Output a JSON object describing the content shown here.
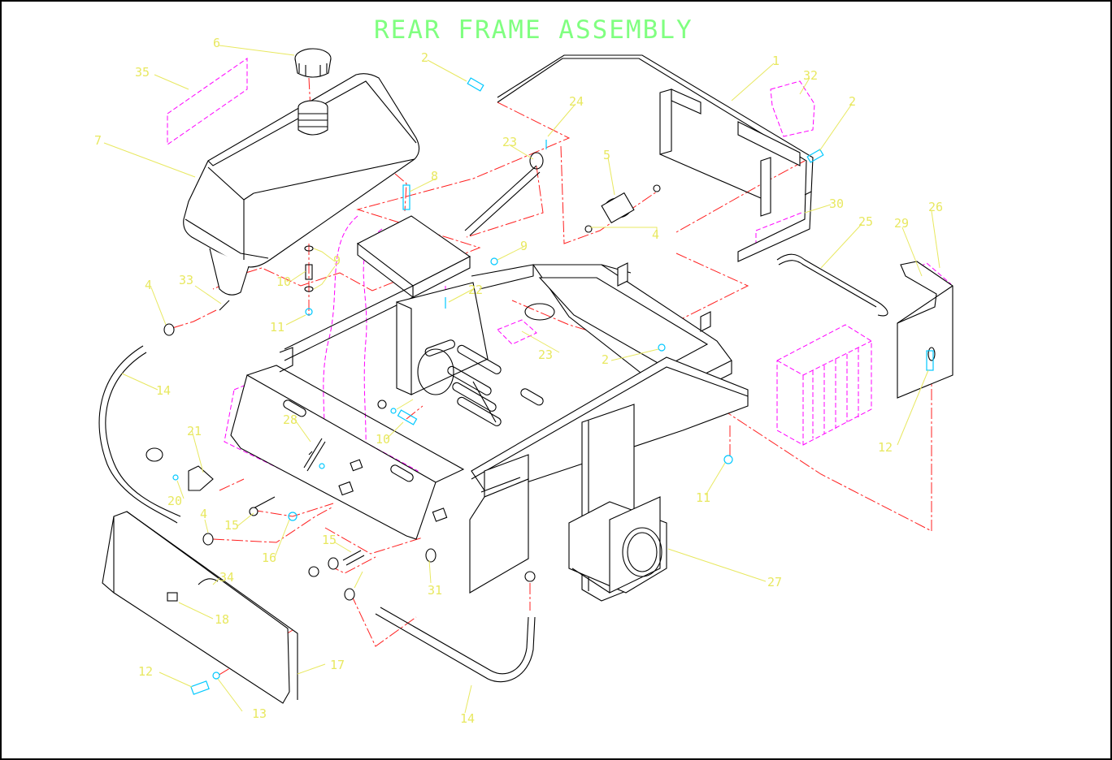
{
  "title": "REAR FRAME ASSEMBLY",
  "callouts": [
    "1",
    "2",
    "2",
    "2",
    "4",
    "4",
    "4",
    "5",
    "6",
    "7",
    "8",
    "9",
    "9",
    "10",
    "10",
    "11",
    "11",
    "12",
    "12",
    "13",
    "14",
    "14",
    "15",
    "15",
    "16",
    "17",
    "18",
    "20",
    "21",
    "22",
    "23",
    "23",
    "24",
    "25",
    "26",
    "27",
    "28",
    "29",
    "30",
    "31",
    "32",
    "33",
    "34",
    "35"
  ],
  "colors": {
    "title": "#80ff80",
    "callout": "#e8e860",
    "centerline": "#ff2020",
    "phantom": "#ff00ff",
    "hardware": "#00c8ff",
    "outline": "#000000"
  }
}
